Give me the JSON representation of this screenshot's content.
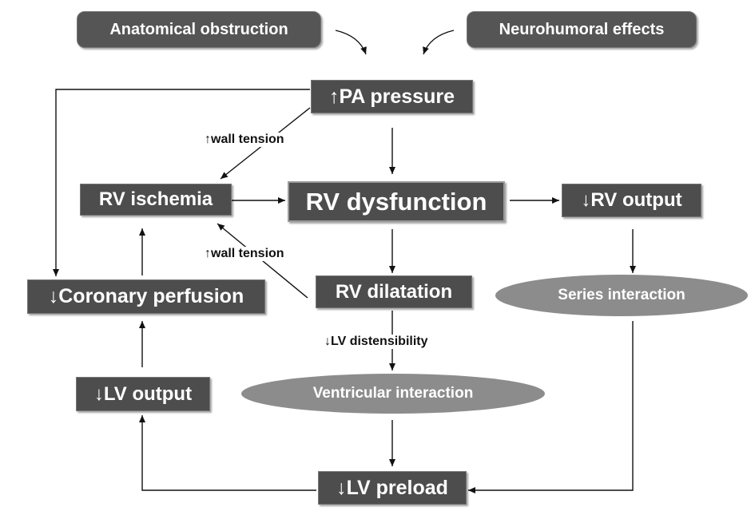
{
  "nodes": {
    "anatomical_obstruction": "Anatomical obstruction",
    "neurohumoral_effects": "Neurohumoral effects",
    "pa_pressure": "↑PA pressure",
    "rv_ischemia": "RV ischemia",
    "rv_dysfunction": "RV dysfunction",
    "rv_output": "↓RV output",
    "coronary_perfusion": "↓Coronary perfusion",
    "rv_dilatation": "RV dilatation",
    "series_interaction": "Series interaction",
    "ventricular_interaction": "Ventricular interaction",
    "lv_output": "↓LV output",
    "lv_preload": "↓LV preload"
  },
  "edge_labels": {
    "wall_tension_top": "↑wall tension",
    "wall_tension_bottom": "↑wall tension",
    "lv_distensibility": "↓LV distensibility"
  },
  "colors": {
    "box_fill": "#4d4d4d",
    "rounded_box_fill": "#555555",
    "oval_fill": "#8c8c8c",
    "arrow": "#111111",
    "background": "#ffffff"
  }
}
